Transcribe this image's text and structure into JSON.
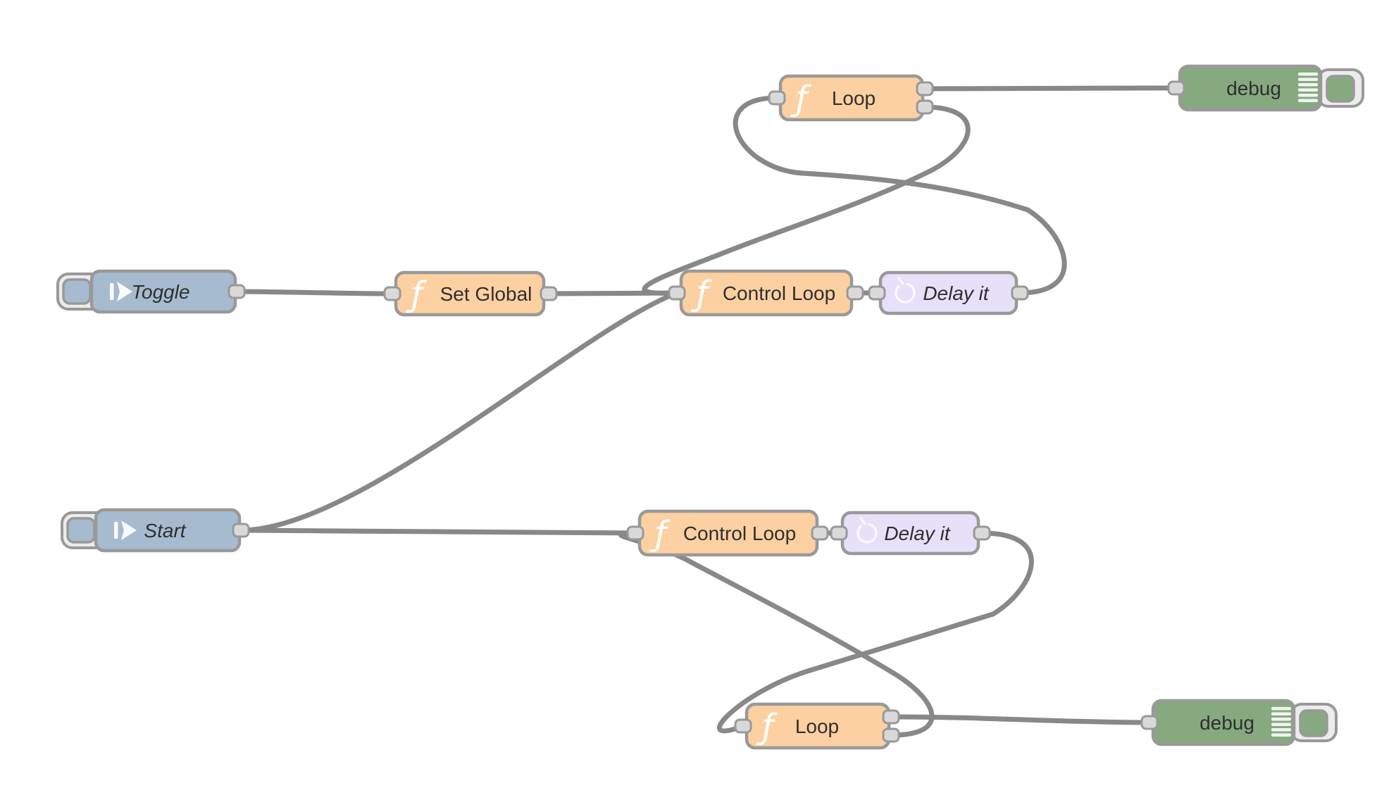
{
  "app": {
    "name": "node-red-flow-canvas"
  },
  "colors": {
    "canvas": "#ffffff",
    "wire": "#888888",
    "border": "#999999",
    "inject": "#a6bbcf",
    "function": "#fdd0a2",
    "delay": "#e6e0f8",
    "debug": "#87a980",
    "port": "#d9d9d9",
    "btn": "#ececec",
    "label": "#2f2f2f"
  },
  "icons": {
    "function_glyph": "ƒ",
    "inject_icon": "arrow-in",
    "delay_icon": "timer",
    "debug_icon": "list-lines"
  },
  "nodes": {
    "toggle": {
      "label": "Toggle",
      "type": "inject"
    },
    "start": {
      "label": "Start",
      "type": "inject"
    },
    "set_global": {
      "label": "Set Global",
      "type": "function"
    },
    "control_loop_top": {
      "label": "Control Loop",
      "type": "function"
    },
    "delay_top": {
      "label": "Delay it",
      "type": "delay"
    },
    "loop_top": {
      "label": "Loop",
      "type": "function"
    },
    "debug_top": {
      "label": "debug",
      "type": "debug"
    },
    "control_loop_bottom": {
      "label": "Control Loop",
      "type": "function"
    },
    "delay_bottom": {
      "label": "Delay it",
      "type": "delay"
    },
    "loop_bottom": {
      "label": "Loop",
      "type": "function"
    },
    "debug_bottom": {
      "label": "debug",
      "type": "debug"
    }
  }
}
